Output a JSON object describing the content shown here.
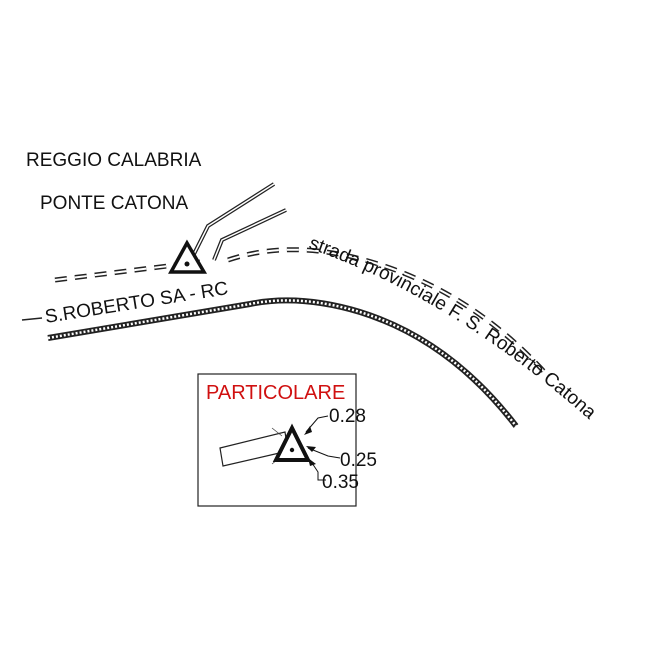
{
  "labels": {
    "city": "REGGIO CALABRIA",
    "locality": "PONTE CATONA",
    "road_main": "S.ROBERTO  SA - RC",
    "road_provincial": "strada provinciale F. S. Roberto Catona"
  },
  "detail": {
    "title": "PARTICOLARE",
    "title_color": "#d01010",
    "dim_a": "0.28",
    "dim_b": "0.25",
    "dim_c": "0.35"
  },
  "symbols": {
    "marker_icon": "triangle-with-dot-icon"
  }
}
